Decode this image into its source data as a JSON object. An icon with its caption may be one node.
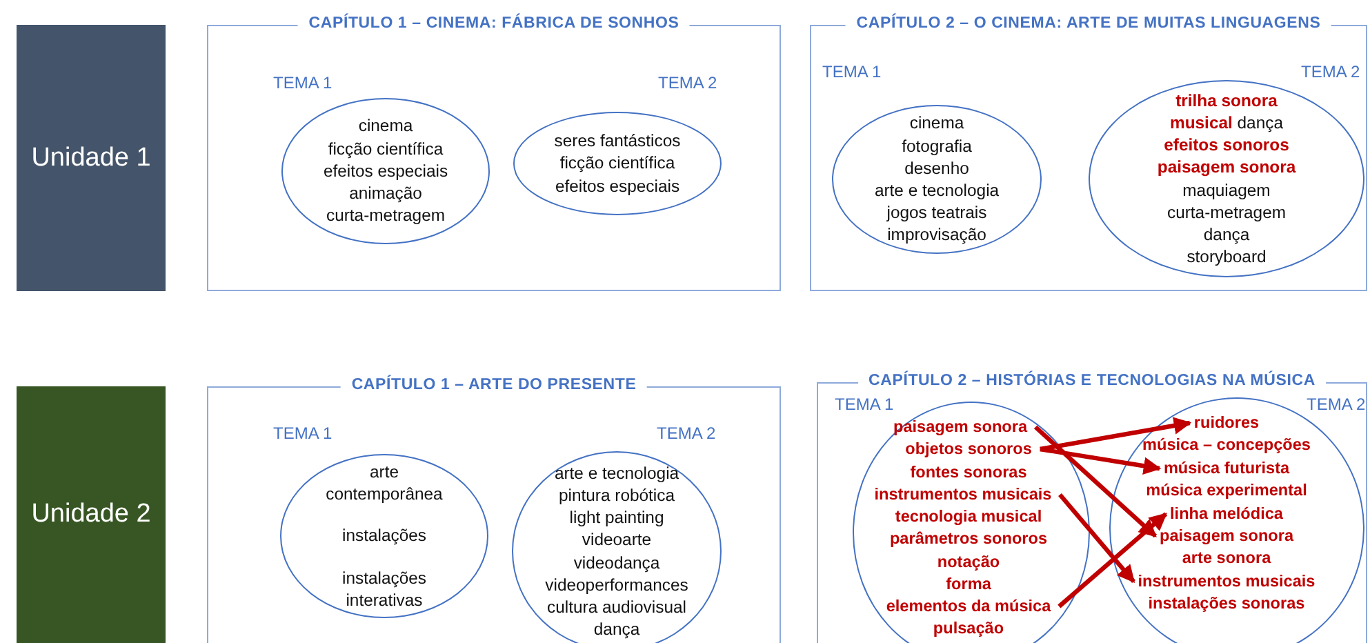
{
  "diagram": {
    "nodes": [
      {
        "text": [
          "Unidade 1"
        ]
      },
      {
        "text": [
          "CAPÍTULO 1 – CINEMA: FÁBRICA DE SONHOS"
        ]
      },
      {
        "text": [
          "cinema",
          "ficção científica",
          "efeitos especiais",
          "animação",
          "curta-metragem"
        ],
        "in": 1,
        "beside": [
          "TEMA 1"
        ]
      },
      {
        "text": [
          "seres fantásticos",
          "ficção científica",
          "efeitos especiais"
        ],
        "in": 1,
        "beside": [
          "TEMA 2"
        ]
      },
      {
        "text": [
          "CAPÍTULO 2 – O CINEMA: ARTE DE MUITAS LINGUAGENS"
        ]
      },
      {
        "text": [
          "cinema",
          "fotografia",
          "desenho",
          "arte e tecnologia",
          "jogos teatrais",
          "improvisação"
        ],
        "in": 4,
        "beside": [
          "TEMA 1"
        ]
      },
      {
        "text": [
          "**trilha sonora**",
          "**musical** dança",
          "**efeitos sonoros**",
          "**paisagem sonora**",
          "maquiagem",
          "curta-metragem",
          "dança",
          "storyboard"
        ],
        "in": 4,
        "beside": [
          "TEMA 2"
        ]
      },
      {
        "text": [
          "Unidade 2"
        ]
      },
      {
        "text": [
          "CAPÍTULO 1 – ARTE DO PRESENTE"
        ]
      },
      {
        "text": [
          "arte contemporânea",
          "instalações",
          "instalações interativas"
        ],
        "in": 8,
        "beside": [
          "TEMA 1"
        ]
      },
      {
        "text": [
          "arte e tecnologia",
          "pintura robótica",
          "light painting",
          "videoarte",
          "videodança",
          "videoperformances",
          "cultura audiovisual",
          "dança"
        ],
        "in": 8,
        "beside": [
          "TEMA 2"
        ]
      },
      {
        "text": [
          "CAPÍTULO 2 – HISTÓRIAS E TECNOLOGIAS NA MÚSICA"
        ]
      },
      {
        "text": [],
        "shape": "circle",
        "in": 11,
        "beside": [
          "TEMA 1"
        ]
      },
      {
        "text": [
          "paisagem sonora"
        ],
        "in": 12
      },
      {
        "text": [
          "objetos sonoros"
        ],
        "in": 12
      },
      {
        "text": [
          "fontes sonoras"
        ],
        "in": 12
      },
      {
        "text": [
          "instrumentos musicais"
        ],
        "in": 12
      },
      {
        "text": [
          "tecnologia musical"
        ],
        "in": 12
      },
      {
        "text": [
          "parâmetros sonoros"
        ],
        "in": 12
      },
      {
        "text": [
          "notação"
        ],
        "in": 12
      },
      {
        "text": [
          "forma"
        ],
        "in": 12
      },
      {
        "text": [
          "elementos da música"
        ],
        "in": 12
      },
      {
        "text": [
          "pulsação"
        ],
        "in": 12
      },
      {
        "text": [],
        "shape": "circle",
        "in": 11,
        "beside": [
          "TEMA 2"
        ]
      },
      {
        "text": [
          "ruidores"
        ],
        "in": 23
      },
      {
        "text": [
          "música – concepções"
        ],
        "in": 23
      },
      {
        "text": [
          "música futurista"
        ],
        "in": 23
      },
      {
        "text": [
          "música experimental"
        ],
        "in": 23
      },
      {
        "text": [
          "linha melódica"
        ],
        "in": 23
      },
      {
        "text": [
          "paisagem sonora"
        ],
        "in": 23
      },
      {
        "text": [
          "arte sonora"
        ],
        "in": 23
      },
      {
        "text": [
          "instrumentos musicais"
        ],
        "in": 23
      },
      {
        "text": [
          "instalações sonoras"
        ],
        "in": 23
      }
    ],
    "edges": [
      {
        "from": 13,
        "to": 29,
        "arrow": "to"
      },
      {
        "from": 14,
        "to": 24,
        "arrow": "to"
      },
      {
        "from": 14,
        "to": 26,
        "arrow": "to"
      },
      {
        "from": 16,
        "to": 31,
        "arrow": "to"
      },
      {
        "from": 21,
        "to": 28,
        "arrow": "to"
      }
    ]
  }
}
